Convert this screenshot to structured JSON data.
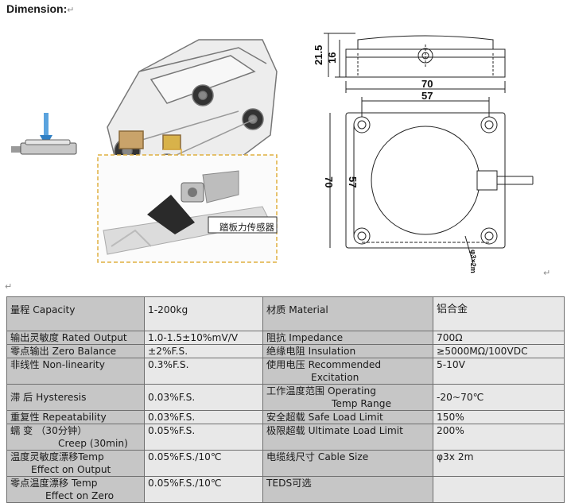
{
  "title": "Dimension:",
  "return_mark": "↵",
  "diagram": {
    "label_cn": "踏板力传感器",
    "dims": {
      "height_total": "21.5",
      "height_body": "16",
      "width_top": "70",
      "inner_top": "57",
      "outer_side": "70",
      "inner_side": "57",
      "cable": "φ3×2m"
    }
  },
  "spec": {
    "rows": [
      {
        "a": "量程 Capacity",
        "b": "1-200kg",
        "c": "材质 Material",
        "d": "铝合金"
      },
      {
        "a": "输出灵敏度 Rated Output",
        "b": "1.0-1.5±10%mV/V",
        "c": "阻抗 Impedance",
        "d": "700Ω"
      },
      {
        "a": "零点输出  Zero Balance",
        "b": "±2%F.S.",
        "c": "绝缘电阻  Insulation",
        "d": "≥5000MΩ/100VDC"
      },
      {
        "a": "非线性 Non-linearity",
        "b": "0.3%F.S.",
        "c1": "使用电压  Recommended",
        "c2": "Excitation",
        "d": "5-10V"
      },
      {
        "a": "滞     后 Hysteresis",
        "b": "0.03%F.S.",
        "c1": "工作温度范围 Operating",
        "c2": "Temp Range",
        "d": "-20~70℃"
      },
      {
        "a": "重复性 Repeatability",
        "b": "0.03%F.S.",
        "c": "安全超载 Safe Load Limit",
        "d": "150%"
      },
      {
        "a1": "蠕     变  （30分钟）",
        "a2": "Creep (30min)",
        "b": "0.05%F.S.",
        "c": "极限超载 Ultimate Load Limit",
        "d": "200%"
      },
      {
        "a1": "温度灵敏度漂移Temp",
        "a2": "Effect on Output",
        "b": "0.05%F.S./10℃",
        "c": "电缆线尺寸 Cable Size",
        "d": "φ3x 2m"
      },
      {
        "a1": "零点温度漂移 Temp",
        "a2": "Effect on Zero",
        "b": "0.05%F.S./10℃",
        "c": "TEDS可选",
        "d": ""
      }
    ]
  }
}
